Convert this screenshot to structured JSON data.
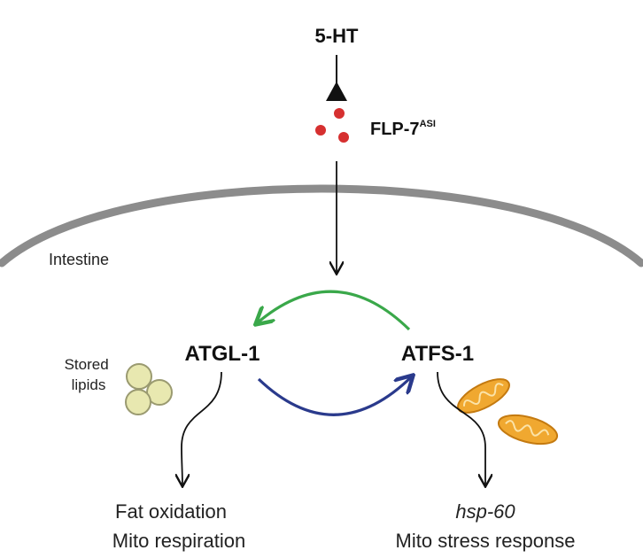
{
  "signal": {
    "label": "5-HT"
  },
  "neuropeptide": {
    "label": "FLP-7",
    "superscript": "ASI"
  },
  "tissue": {
    "label": "Intestine"
  },
  "nodes": {
    "left": "ATGL-1",
    "right": "ATFS-1"
  },
  "lipids": {
    "line1": "Stored",
    "line2": "lipids"
  },
  "outputs": {
    "left_line1": "Fat oxidation",
    "left_line2": "Mito respiration",
    "right_line1": "hsp-60",
    "right_line2": "Mito stress response"
  },
  "colors": {
    "membrane": "#8c8c8c",
    "neuropeptide_dots": "#d63030",
    "feedback_arrow": "#3aa84a",
    "activation_arrow": "#2a3a8c",
    "lipid_droplet": "#e8e8b0",
    "mitochondria": "#f0a830"
  }
}
